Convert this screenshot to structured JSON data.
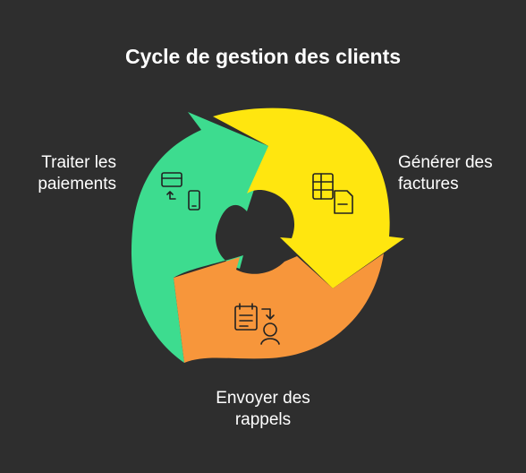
{
  "title": "Cycle de gestion des clients",
  "steps": {
    "pay": {
      "line1": "Traiter les",
      "line2": "paiements",
      "color": "#3ddc8f",
      "icon": "card-to-phone-icon"
    },
    "invoice": {
      "line1": "Générer des",
      "line2": "factures",
      "color": "#ffe60f",
      "icon": "spreadsheet-document-icon"
    },
    "reminder": {
      "line1": "Envoyer des",
      "line2": "rappels",
      "color": "#f7963b",
      "icon": "checklist-to-person-icon"
    }
  },
  "colors": {
    "background": "#2e2e2e",
    "text": "#ffffff",
    "icon_stroke": "#222222"
  }
}
